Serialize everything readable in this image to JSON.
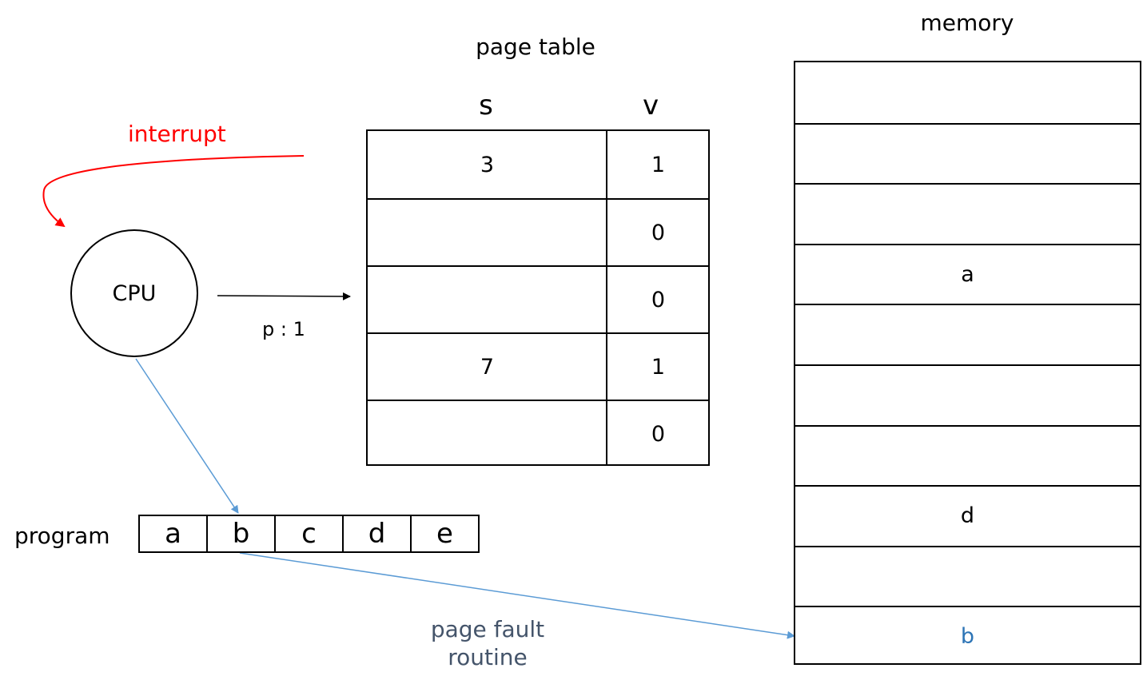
{
  "page_table": {
    "title": "page table",
    "headers": {
      "s": "s",
      "v": "v"
    },
    "rows": [
      {
        "s": "3",
        "v": "1"
      },
      {
        "s": "",
        "v": "0"
      },
      {
        "s": "",
        "v": "0"
      },
      {
        "s": "7",
        "v": "1"
      },
      {
        "s": "",
        "v": "0"
      }
    ]
  },
  "memory": {
    "title": "memory",
    "cells": [
      "",
      "",
      "",
      "a",
      "",
      "",
      "",
      "d",
      "",
      "b"
    ]
  },
  "cpu": {
    "label": "CPU"
  },
  "program": {
    "label": "program",
    "cells": [
      "a",
      "b",
      "c",
      "d",
      "e"
    ]
  },
  "labels": {
    "interrupt": "interrupt",
    "page_index": "p : 1",
    "page_fault_line1": "page fault",
    "page_fault_line2": "routine"
  },
  "colors": {
    "interrupt": "#ff0000",
    "fault_arrow": "#5b9bd5",
    "loaded_page": "#2e75b6",
    "fault_label": "#44546a"
  }
}
